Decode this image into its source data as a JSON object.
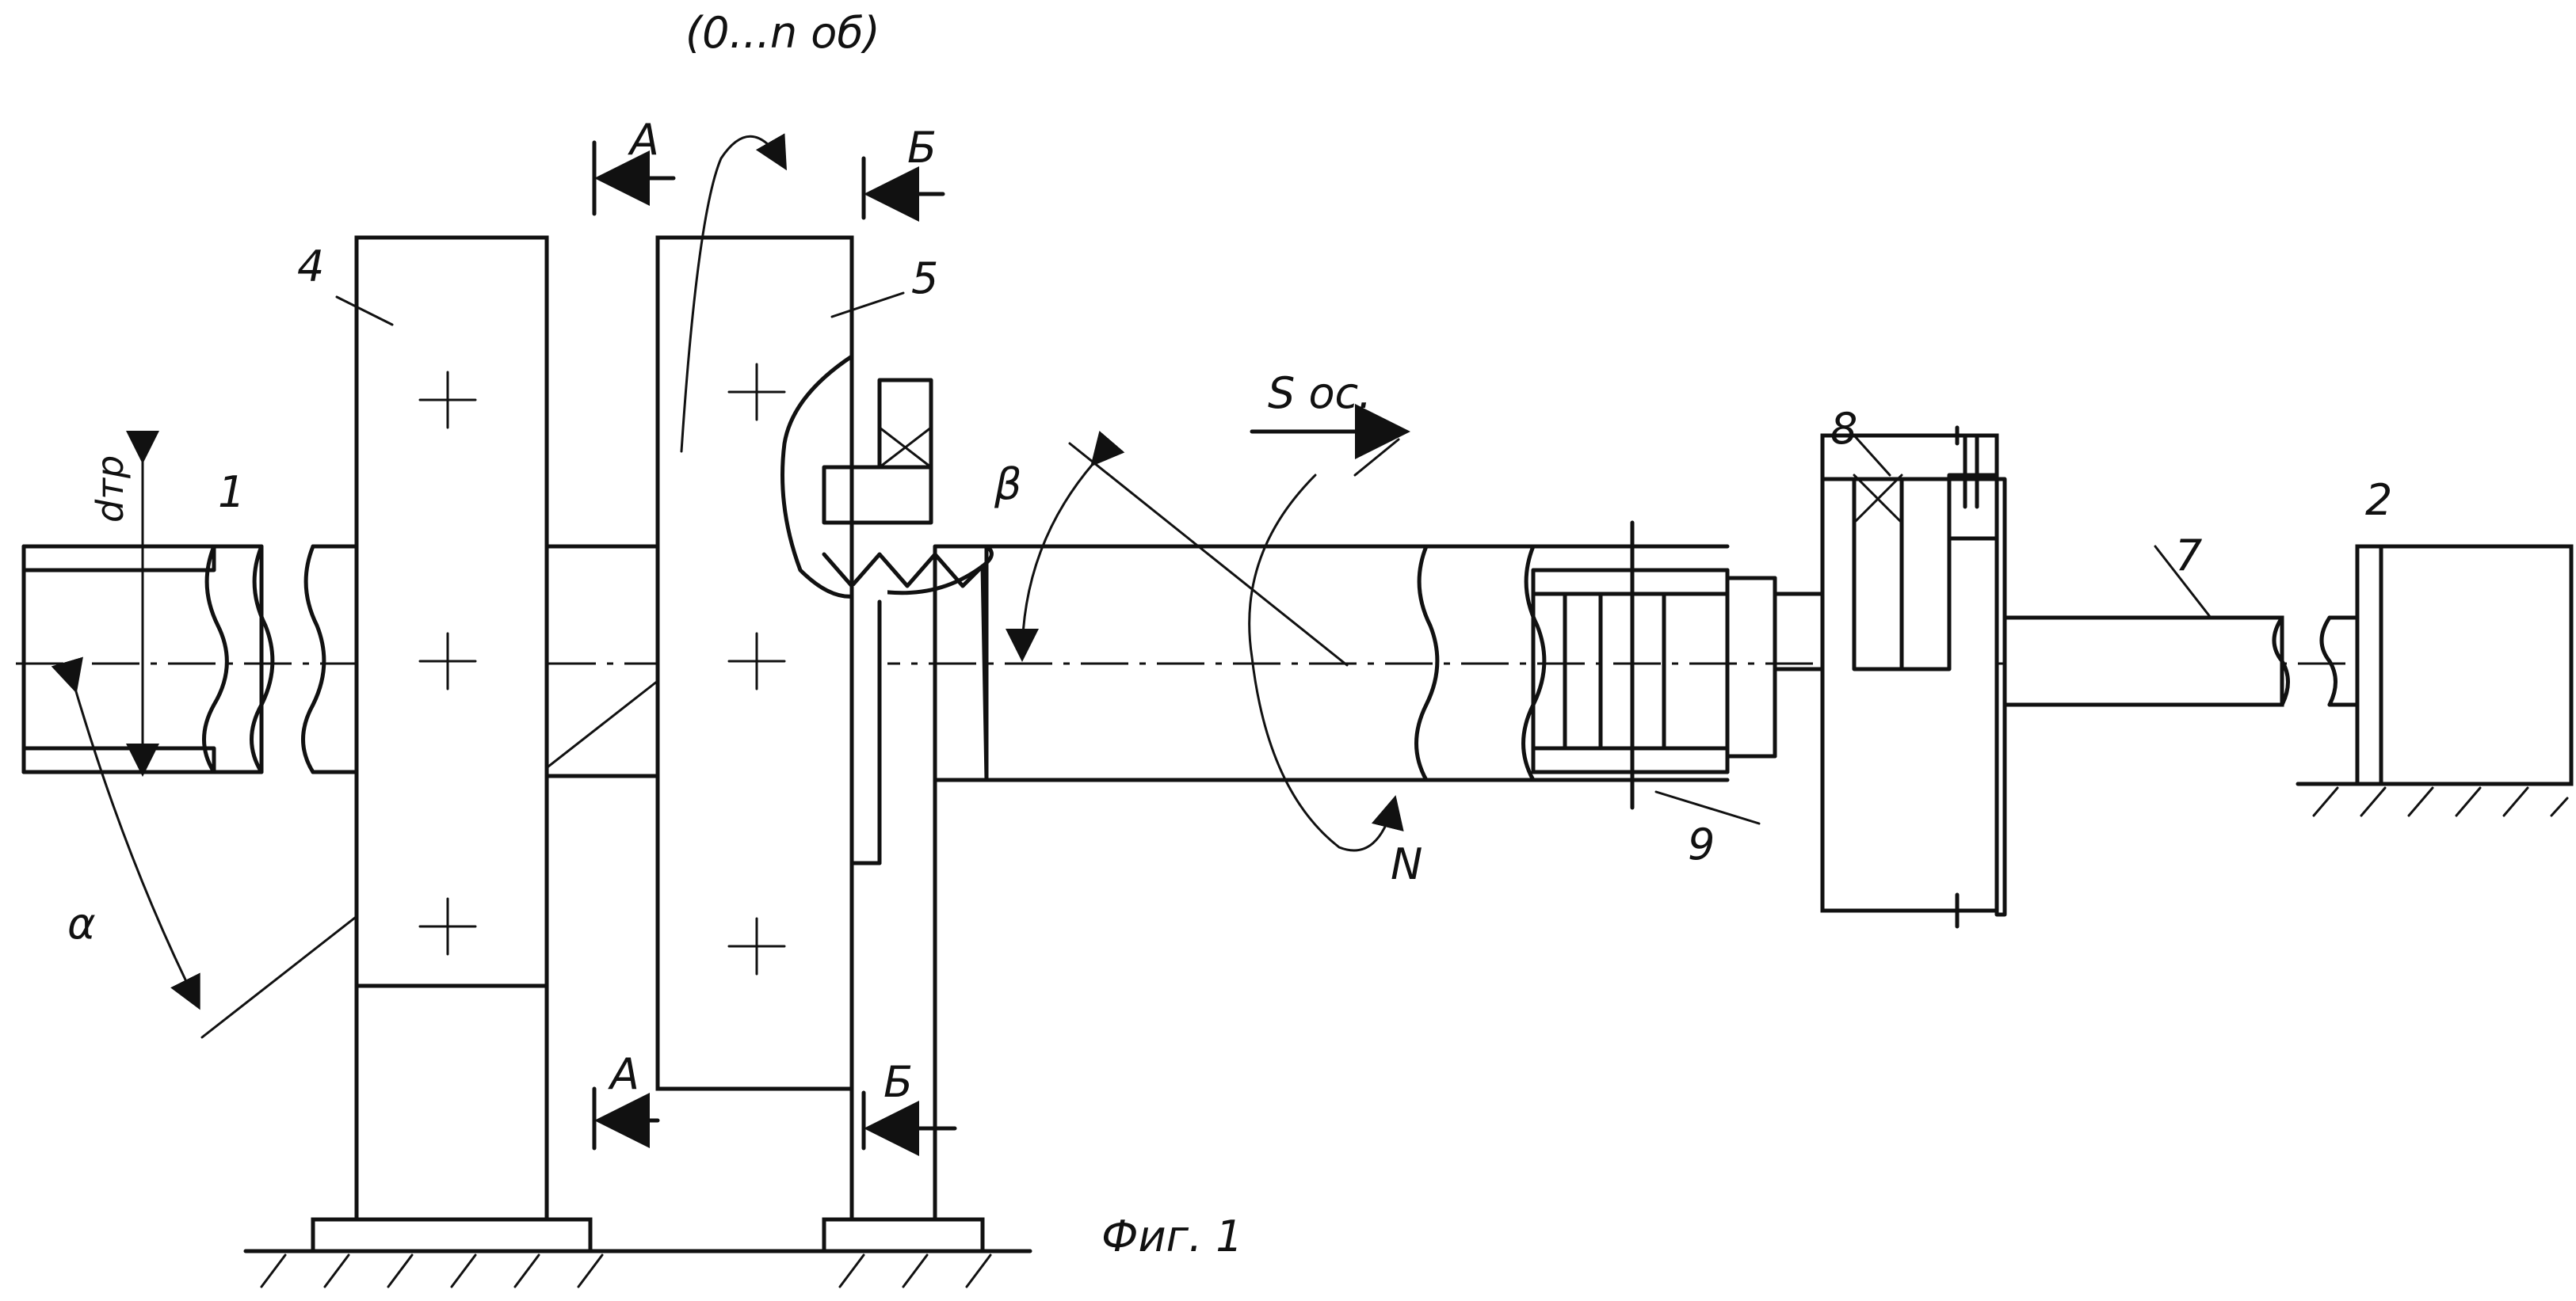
{
  "labels": {
    "rotation": "(0...n об)",
    "section_a_top": "А",
    "section_b_top": "Б",
    "section_a_bottom": "А",
    "section_b_bottom": "Б",
    "part_1": "1",
    "part_2": "2",
    "part_4": "4",
    "part_5": "5",
    "part_7": "7",
    "part_8": "8",
    "part_9": "9",
    "pipe_diameter": "dтр",
    "axial_feed": "S ос.",
    "angle_alpha": "α",
    "angle_beta": "β",
    "force_n": "N",
    "figure_caption": "Фиг. 1"
  },
  "colors": {
    "ink": "#111111",
    "paper": "#ffffff"
  }
}
